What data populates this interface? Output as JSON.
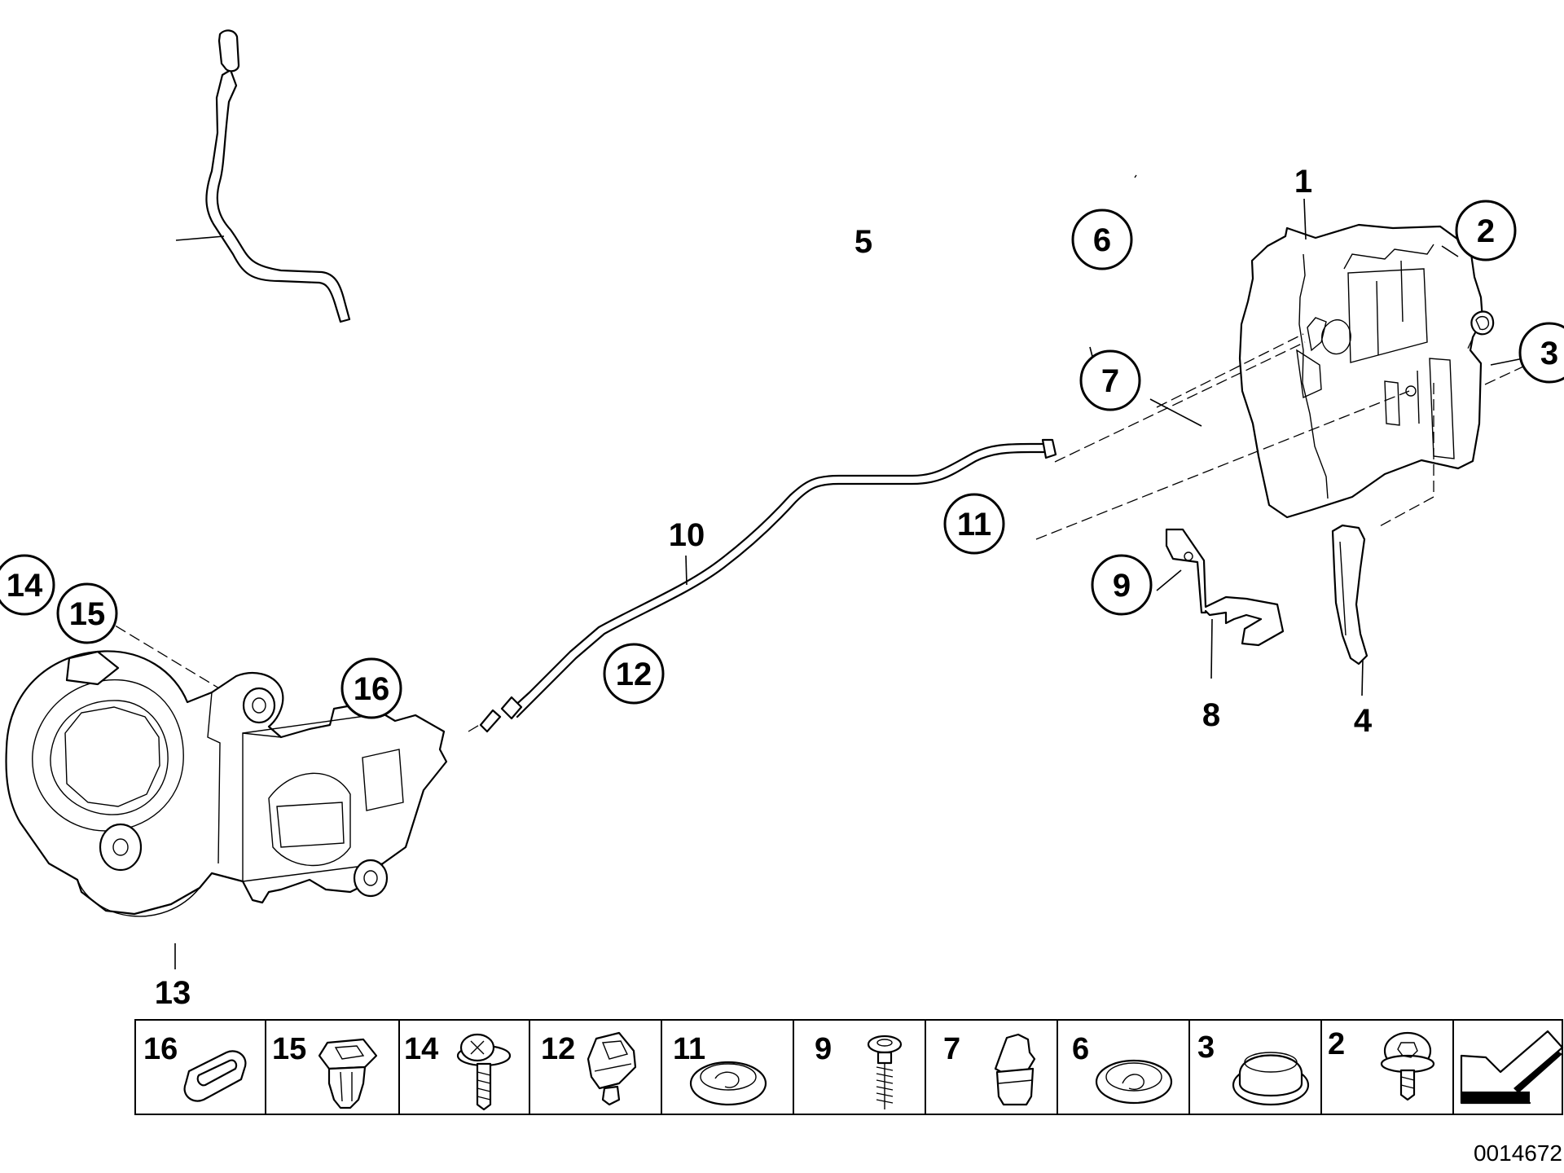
{
  "diagram": {
    "callouts": [
      {
        "id": "1",
        "circled": false
      },
      {
        "id": "2",
        "circled": true
      },
      {
        "id": "3",
        "circled": true
      },
      {
        "id": "4",
        "circled": false
      },
      {
        "id": "5",
        "circled": false
      },
      {
        "id": "6",
        "circled": true
      },
      {
        "id": "7",
        "circled": true
      },
      {
        "id": "8",
        "circled": false
      },
      {
        "id": "9",
        "circled": true
      },
      {
        "id": "10",
        "circled": false
      },
      {
        "id": "11",
        "circled": true
      },
      {
        "id": "12",
        "circled": true
      },
      {
        "id": "13",
        "circled": false
      },
      {
        "id": "14",
        "circled": true
      },
      {
        "id": "15",
        "circled": true
      },
      {
        "id": "16",
        "circled": true
      }
    ],
    "legend": [
      {
        "id": "16",
        "icon": "grommet-icon"
      },
      {
        "id": "15",
        "icon": "clip-nut-icon"
      },
      {
        "id": "14",
        "icon": "phillips-screw-icon"
      },
      {
        "id": "12",
        "icon": "cable-clip-icon"
      },
      {
        "id": "11",
        "icon": "cable-grommet-icon"
      },
      {
        "id": "9",
        "icon": "spring-screw-icon"
      },
      {
        "id": "7",
        "icon": "plug-icon"
      },
      {
        "id": "6",
        "icon": "rubber-grommet-icon"
      },
      {
        "id": "3",
        "icon": "cap-icon"
      },
      {
        "id": "2",
        "icon": "torx-screw-icon"
      }
    ],
    "diagram_number": "0014672"
  }
}
